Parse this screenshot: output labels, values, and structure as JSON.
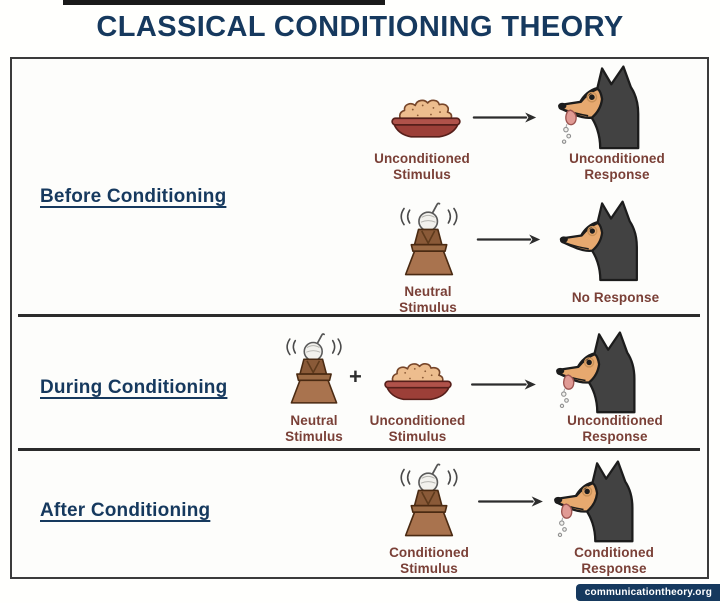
{
  "title": "CLASSICAL CONDITIONING THEORY",
  "sections": {
    "before": {
      "label": "Before Conditioning",
      "row1": {
        "stimulus": "Unconditioned Stimulus",
        "response": "Unconditioned Response"
      },
      "row2": {
        "stimulus": "Neutral Stimulus",
        "response": "No Response"
      }
    },
    "during": {
      "label": "During Conditioning",
      "plus": "+",
      "stimulus1": "Neutral Stimulus",
      "stimulus2": "Unconditioned Stimulus",
      "response": "Unconditioned Response"
    },
    "after": {
      "label": "After Conditioning",
      "stimulus": "Conditioned Stimulus",
      "response": "Conditioned Response"
    }
  },
  "footer": {
    "badge": "communicationtheory.org"
  },
  "colors": {
    "navy": "#16395e",
    "label_maroon": "#7a4037",
    "bowl_red": "#9c3f38",
    "food_tan": "#edbd8e",
    "stand_brown": "#a9734e",
    "dog_dark": "#424242",
    "dog_tan": "#e7a96f",
    "background": "#fdfdfb"
  }
}
